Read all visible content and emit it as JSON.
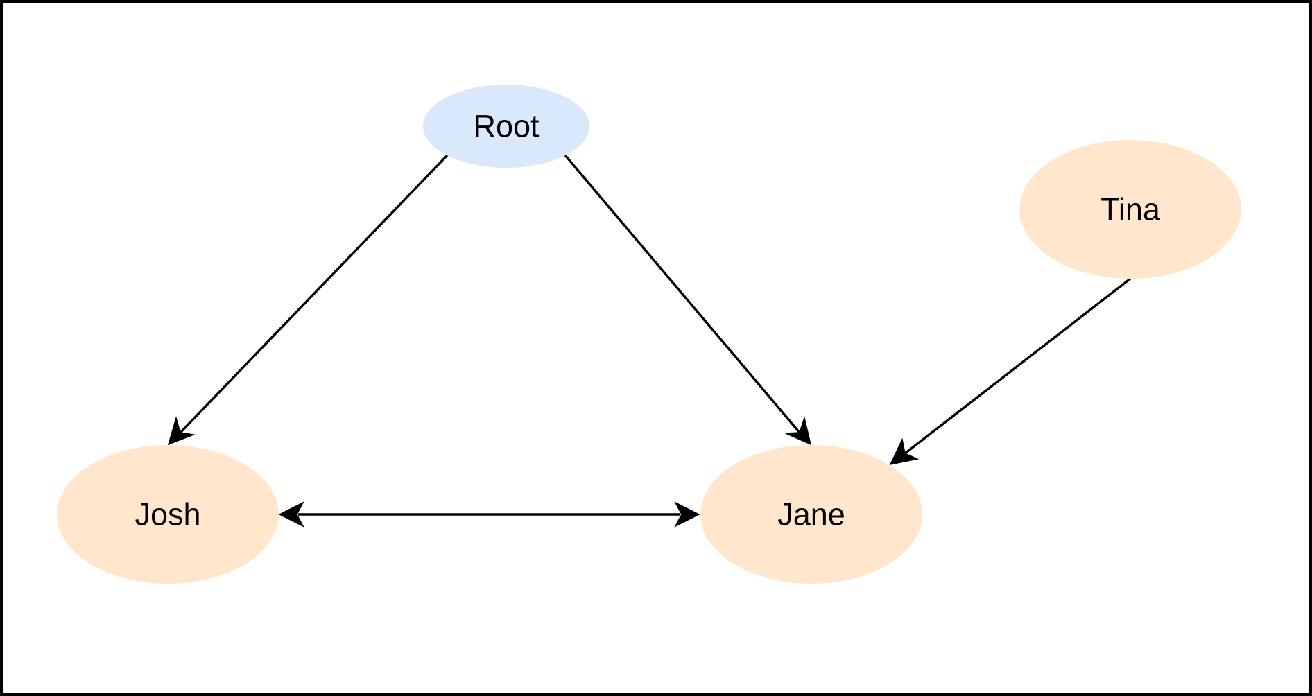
{
  "diagram": {
    "frame": {
      "border_color": "#000000",
      "background_color": "#ffffff"
    },
    "nodes": [
      {
        "id": "root",
        "label": "Root",
        "fill": "#dae8fc"
      },
      {
        "id": "tina",
        "label": "Tina",
        "fill": "#ffe6cc"
      },
      {
        "id": "josh",
        "label": "Josh",
        "fill": "#ffe6cc"
      },
      {
        "id": "jane",
        "label": "Jane",
        "fill": "#ffe6cc"
      }
    ],
    "edges": [
      {
        "from": "root",
        "to": "josh",
        "direction": "forward"
      },
      {
        "from": "root",
        "to": "jane",
        "direction": "forward"
      },
      {
        "from": "tina",
        "to": "jane",
        "direction": "forward"
      },
      {
        "from": "josh",
        "to": "jane",
        "direction": "both"
      }
    ],
    "edge_color": "#000000"
  }
}
